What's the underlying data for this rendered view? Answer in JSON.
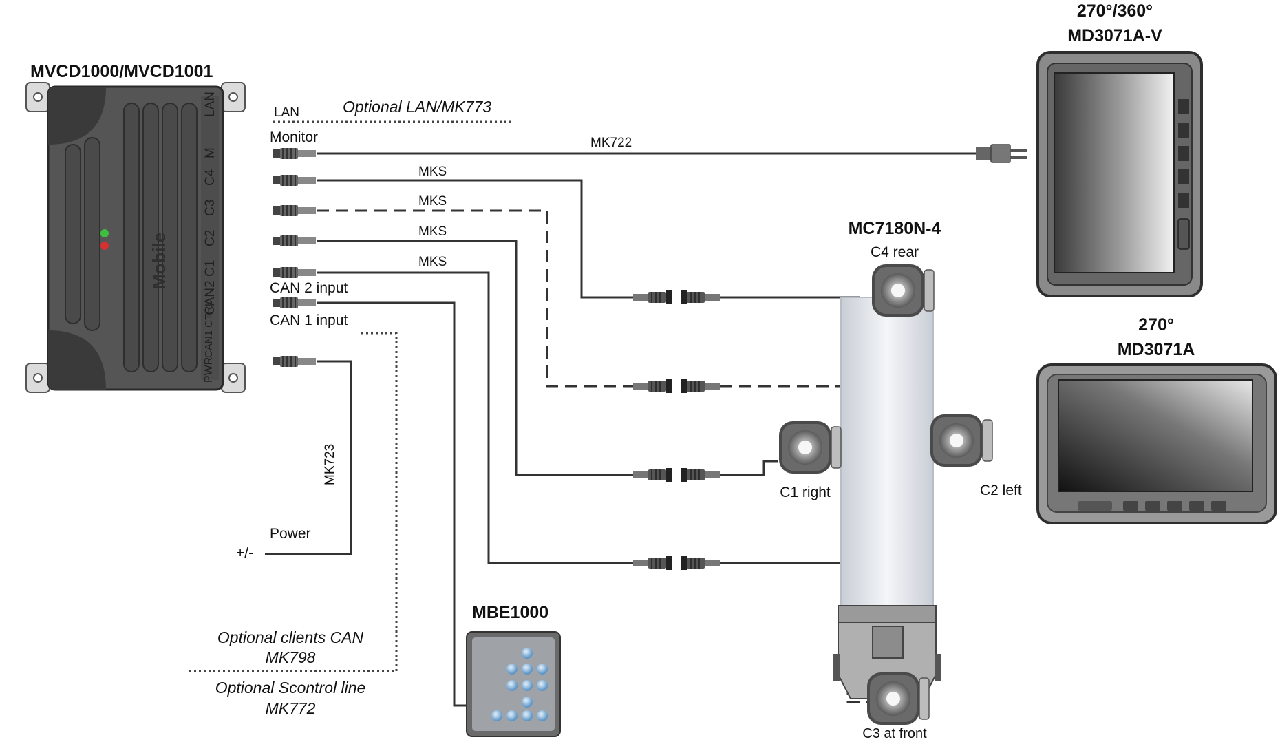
{
  "devices": {
    "control_unit": {
      "name": "MVCD1000/MVCD1001",
      "brand": "Mobile"
    },
    "monitor_v": {
      "name_top": "270°/360°",
      "name": "MD3071A-V"
    },
    "monitor_h": {
      "name_top": "270°",
      "name": "MD3071A"
    },
    "camera_system": {
      "name": "MC7180N-4"
    },
    "keypad": {
      "name": "MBE1000"
    }
  },
  "ports": [
    "LAN",
    "M",
    "C4",
    "C3",
    "C2",
    "C1",
    "CAN2",
    "CAN1 CTRL",
    "PWR"
  ],
  "connections": {
    "lan": "LAN",
    "monitor": "Monitor",
    "can2": "CAN 2 input",
    "can1": "CAN 1 input",
    "power": "Power",
    "power_polarity": "+/-"
  },
  "cables": {
    "mk722": "MK722",
    "mks": "MKS",
    "mk723": "MK723"
  },
  "cameras": {
    "c4": "C4 rear",
    "c1": "C1 right",
    "c2": "C2 left",
    "c3": "C3 at front"
  },
  "optional": {
    "lan": "Optional LAN/MK773",
    "can_line1": "Optional clients CAN",
    "can_line2": "MK798",
    "scontrol_line1": "Optional Scontrol line",
    "scontrol_line2": "MK772"
  },
  "colors": {
    "line": "#333333",
    "unit_body": "#555555",
    "unit_dark": "#3a3a3a",
    "led_green": "#3fbf3f",
    "led_red": "#d83030",
    "keypad_button": "#7fb0d8",
    "trailer": "#e4e7ec"
  }
}
